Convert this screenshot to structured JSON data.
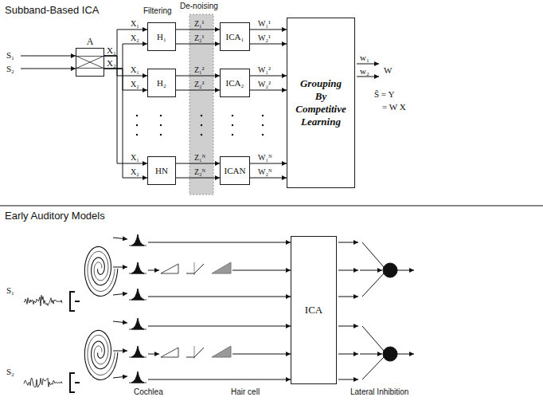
{
  "diagram": {
    "nodes": [
      {
        "text": [
          "A"
        ]
      },
      {
        "text": [
          "H₁"
        ]
      },
      {
        "text": [
          "H₂"
        ]
      },
      {
        "text": [
          "HN"
        ]
      },
      {
        "text": [
          "ICA₁"
        ]
      },
      {
        "text": [
          "ICA₂"
        ]
      },
      {
        "text": [
          "ICAN"
        ]
      },
      {
        "text": [
          "Grouping By Competitive Learning"
        ]
      },
      {
        "text": [
          "ICA"
        ]
      }
    ],
    "edges": [
      {
        "from": 0,
        "to": 1,
        "label": "X₁",
        "arrow": "to"
      },
      {
        "from": 0,
        "to": 1,
        "label": "X₂",
        "arrow": "to"
      },
      {
        "from": 0,
        "to": 2,
        "label": "X₁",
        "arrow": "to"
      },
      {
        "from": 0,
        "to": 2,
        "label": "X₂",
        "arrow": "to"
      },
      {
        "from": 0,
        "to": 3,
        "label": "X₁",
        "arrow": "to"
      },
      {
        "from": 0,
        "to": 3,
        "label": "X₂",
        "arrow": "to"
      },
      {
        "from": 1,
        "to": 4,
        "label": "Z₁¹",
        "arrow": "to"
      },
      {
        "from": 1,
        "to": 4,
        "label": "Z₂¹",
        "arrow": "to"
      },
      {
        "from": 2,
        "to": 5,
        "label": "Z₁²",
        "arrow": "to"
      },
      {
        "from": 2,
        "to": 5,
        "label": "Z₂²",
        "arrow": "to"
      },
      {
        "from": 3,
        "to": 6,
        "label": "Z₁ᴺ",
        "arrow": "to"
      },
      {
        "from": 3,
        "to": 6,
        "label": "Z₂ᴺ",
        "arrow": "to"
      },
      {
        "from": 4,
        "to": 7,
        "label": "W₁¹",
        "arrow": "to"
      },
      {
        "from": 4,
        "to": 7,
        "label": "W₂¹",
        "arrow": "to"
      },
      {
        "from": 5,
        "to": 7,
        "label": "W₁²",
        "arrow": "to"
      },
      {
        "from": 5,
        "to": 7,
        "label": "W₂²",
        "arrow": "to"
      },
      {
        "from": 6,
        "to": 7,
        "label": "W₁ᴺ",
        "arrow": "to"
      },
      {
        "from": 6,
        "to": 7,
        "label": "W₂ᴺ",
        "arrow": "to"
      }
    ],
    "labels": [
      "Subband-Based ICA",
      "Filtering",
      "De-noising",
      "S₁",
      "S₂",
      "X₁",
      "X₂",
      "w₁",
      "w₂",
      "W",
      "Ŝ = Y",
      "= W X",
      "Early Auditory Models",
      "S₁",
      "S₂",
      "Cochlea",
      "Hair cell",
      "Lateral Inhibition"
    ]
  }
}
